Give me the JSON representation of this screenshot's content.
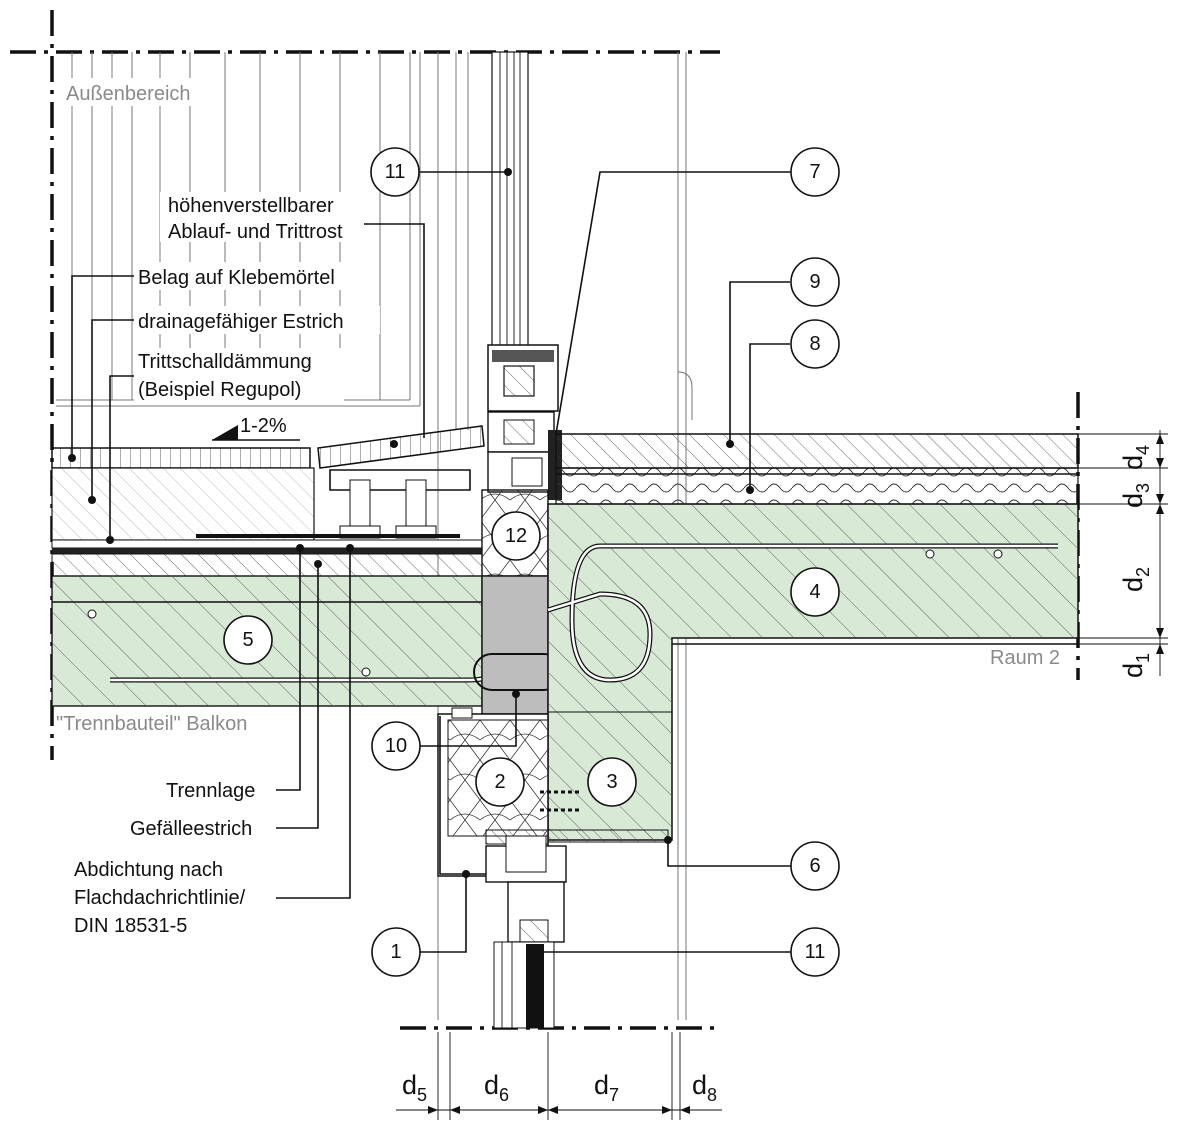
{
  "labels": {
    "outdoor": "Außenbereich",
    "grate_line1": "höhenverstellbarer",
    "grate_line2": "Ablauf- und Trittrost",
    "tile": "Belag auf Klebemörtel",
    "screed_drain": "drainagefähiger Estrich",
    "impact1": "Trittschalldämmung",
    "impact2": "(Beispiel Regupol)",
    "slope": "1-2%",
    "room2": "Raum 2",
    "balcony": "\"Trennbauteil\" Balkon",
    "separation": "Trennlage",
    "slope_screed": "Gefälleestrich",
    "seal1": "Abdichtung nach",
    "seal2": "Flachdachrichtlinie/",
    "seal3": "DIN 18531-5"
  },
  "markers": [
    "1",
    "2",
    "3",
    "4",
    "5",
    "6",
    "7",
    "8",
    "9",
    "10",
    "11",
    "11",
    "12"
  ],
  "dimensions": {
    "d1": {
      "base": "d",
      "sub": "1"
    },
    "d2": {
      "base": "d",
      "sub": "2"
    },
    "d3": {
      "base": "d",
      "sub": "3"
    },
    "d4": {
      "base": "d",
      "sub": "4"
    },
    "d5": {
      "base": "d",
      "sub": "5"
    },
    "d6": {
      "base": "d",
      "sub": "6"
    },
    "d7": {
      "base": "d",
      "sub": "7"
    },
    "d8": {
      "base": "d",
      "sub": "8"
    }
  },
  "colors": {
    "concrete": "#d8e9d6",
    "insulation_core": "#bdbdbd",
    "line": "#111111",
    "annotation_grey": "#8a8a8a"
  }
}
